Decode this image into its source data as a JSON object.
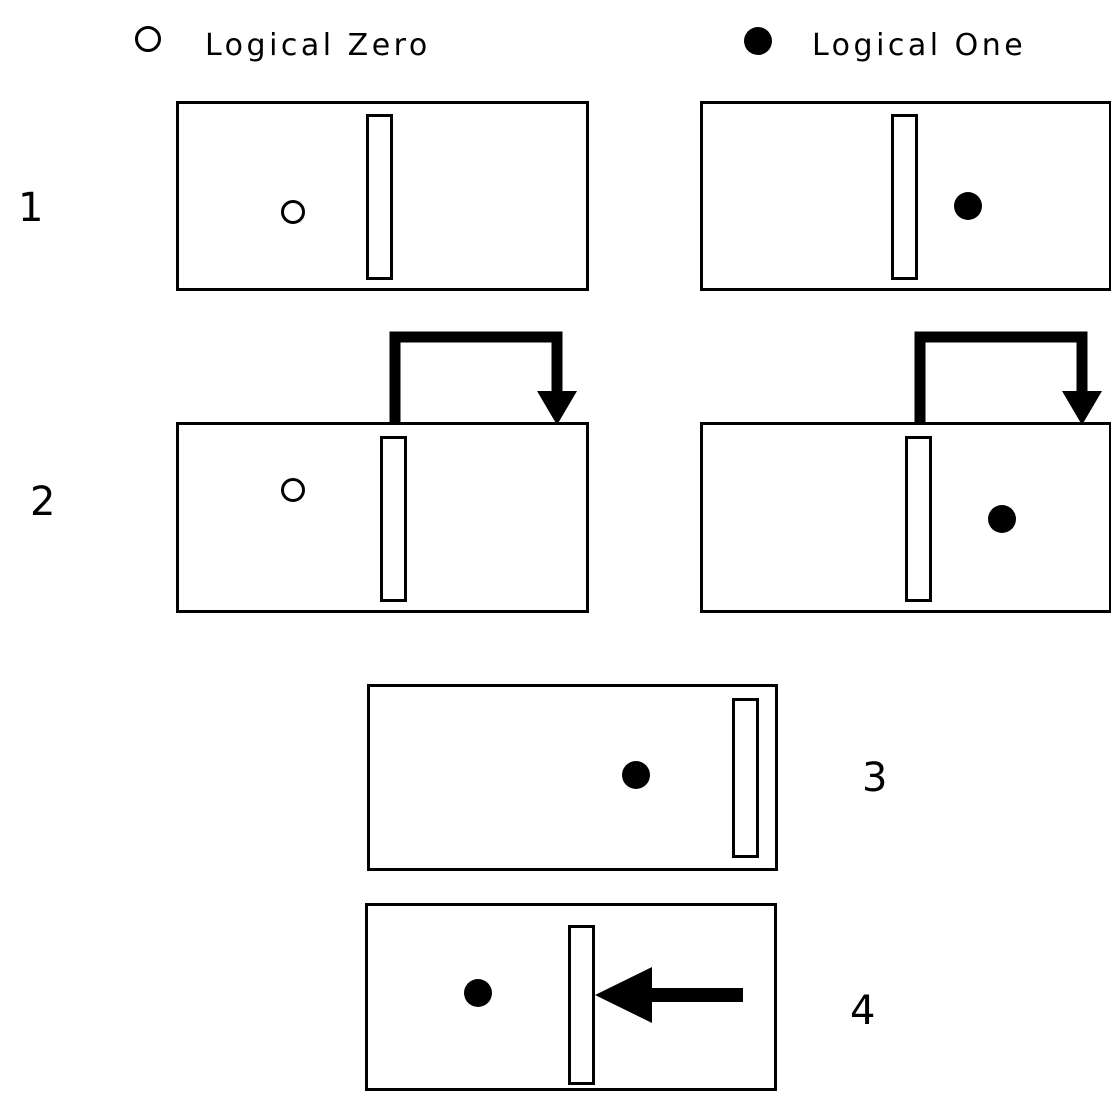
{
  "diagram": {
    "title_text": "",
    "ink_color": "#000000",
    "background_color": "#ffffff",
    "legend": [
      {
        "marker": "open-circle-icon",
        "label": "Logical Zero"
      },
      {
        "marker": "filled-circle-icon",
        "label": "Logical One"
      }
    ],
    "steps": [
      {
        "number": "1",
        "panels": [
          {
            "side": "left",
            "particle": "logical-zero",
            "particle_position": "left-of-barrier",
            "barrier_position": "center"
          },
          {
            "side": "right",
            "particle": "logical-one",
            "particle_position": "right-of-barrier",
            "barrier_position": "center"
          }
        ],
        "annotation": ""
      },
      {
        "number": "2",
        "panels": [
          {
            "side": "left",
            "particle": "logical-zero",
            "particle_position": "left-of-barrier",
            "barrier_position": "center"
          },
          {
            "side": "right",
            "particle": "logical-one",
            "particle_position": "right-of-barrier",
            "barrier_position": "center"
          }
        ],
        "annotation": "down-arrow-hook"
      },
      {
        "number": "3",
        "panels": [
          {
            "side": "center",
            "particle": "logical-one",
            "particle_position": "left-of-barrier",
            "barrier_position": "right"
          }
        ],
        "annotation": ""
      },
      {
        "number": "4",
        "panels": [
          {
            "side": "center",
            "particle": "logical-one",
            "particle_position": "left-of-barrier",
            "barrier_position": "center"
          }
        ],
        "annotation": "left-arrow"
      }
    ]
  }
}
